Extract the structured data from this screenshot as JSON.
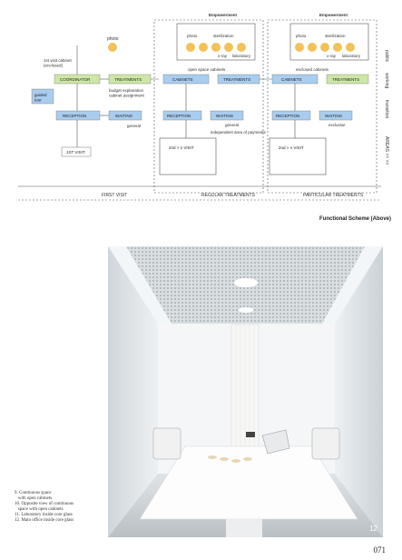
{
  "scheme": {
    "columns": {
      "first": "FIRST VISIT",
      "regular": "REGULAR TREATMENTS",
      "particular": "PARTICULAR TREATMENTS"
    },
    "empowerment": "Empowerment",
    "side_labels": [
      "public",
      "working",
      "transition",
      "AREAS >> >>"
    ],
    "first_visit": {
      "photo": "photo",
      "cabinet_note": "1st visit cabinet\n(enclosed)",
      "coordinator": "COORDINATOR",
      "treatments": "TREATMENTS",
      "budget_note": "budget explanation\ncabinet assignment",
      "guided_tour": "guided\ntour",
      "reception": "RECEPTION",
      "waiting": "WAITING",
      "general": "general",
      "visit": "1ST VISIT"
    },
    "regular": {
      "labels": [
        "photo",
        "sterilization",
        "x-ray",
        "laboratory"
      ],
      "open_space": "open space cabinets",
      "cabinets": "CABINETS",
      "treatments": "TREATMENTS",
      "reception": "RECEPTION",
      "waiting": "WAITING",
      "general": "general",
      "independent": "independent area of payments",
      "visit": "2nd > n VISIT"
    },
    "particular": {
      "labels": [
        "photo",
        "sterilization",
        "x-ray",
        "laboratory"
      ],
      "enclosed": "enclosed cabinets",
      "cabinets": "CABINETS",
      "treatments": "TREATMENTS",
      "reception": "RECEPTION",
      "waiting": "WAITING",
      "exclusive": "exclusive",
      "visit": "2nd > n VISIT"
    },
    "caption": "Functional Scheme (Above)"
  },
  "photo": {
    "number": "12"
  },
  "captions": [
    "9. Continuous space",
    "   with open cabinets",
    "10. Opposite view of continuous",
    "   space with open cabinets",
    "11. Laboratory inside core glass",
    "12. Main office inside core glass"
  ],
  "page_number": "071",
  "colors": {
    "blue_box": "#a9cdef",
    "green_box": "#cde6a6",
    "orange_dot": "#f2c25a"
  }
}
